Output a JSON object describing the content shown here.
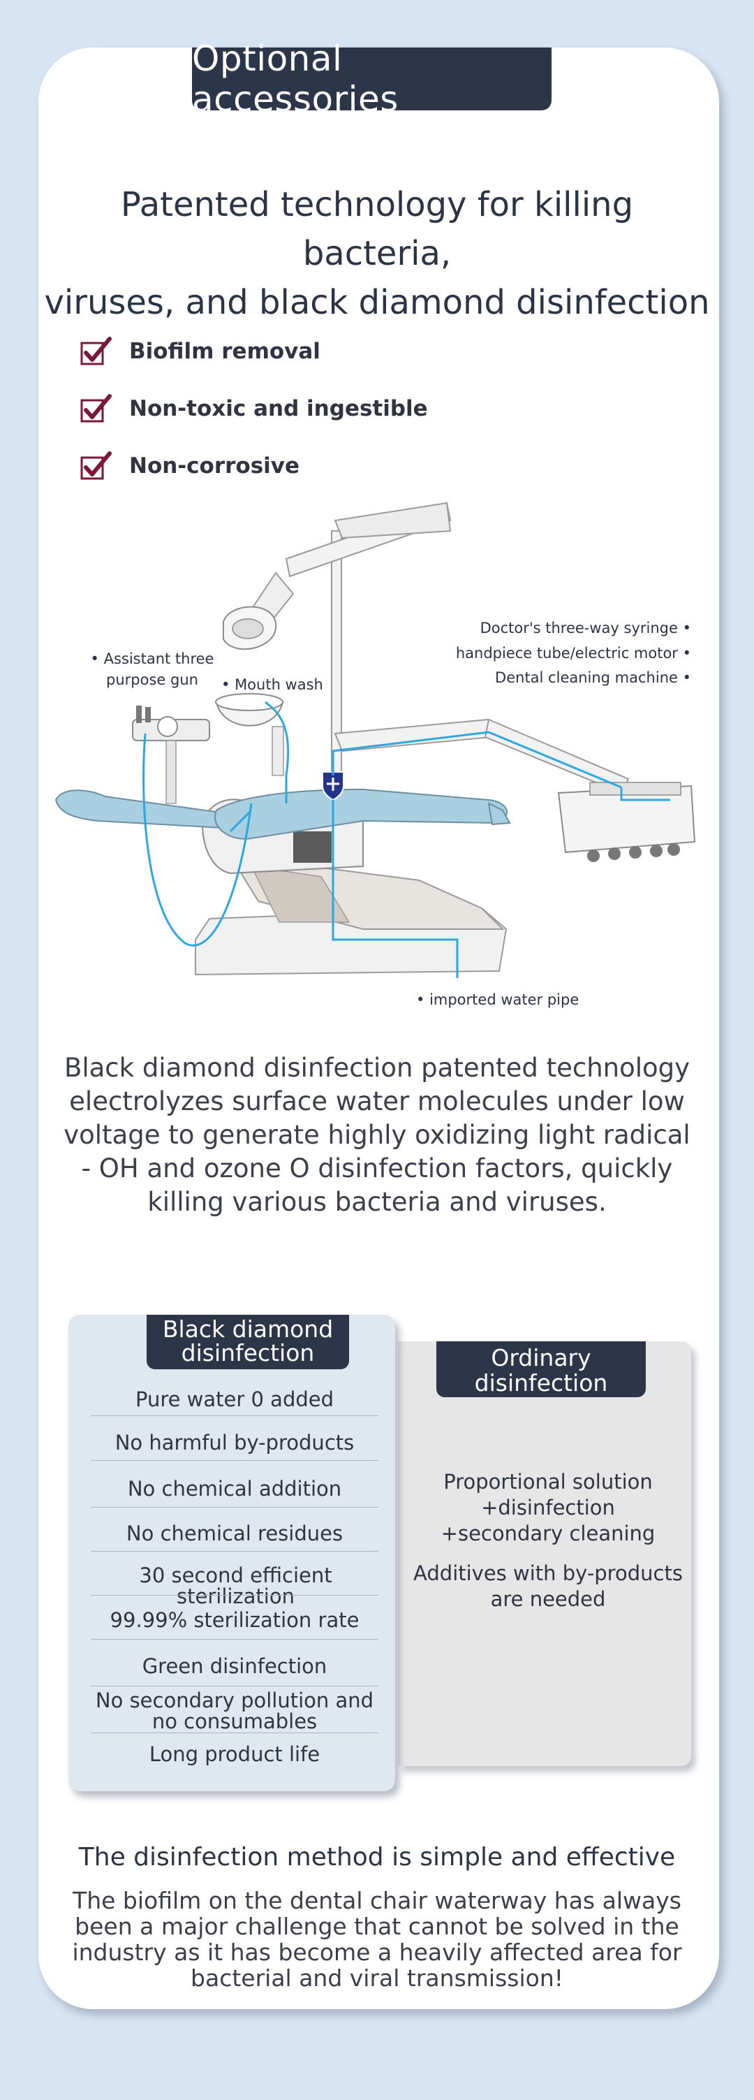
{
  "banner": {
    "title": "Optional accessories"
  },
  "headline": {
    "line1": "Patented technology for killing bacteria,",
    "line2": "viruses, and black diamond disinfection"
  },
  "features": [
    "Biofilm removal",
    "Non-toxic and ingestible",
    "Non-corrosive"
  ],
  "diagram": {
    "callouts": {
      "assistant_gun_line1": "Assistant three",
      "assistant_gun_line2": "purpose gun",
      "mouth_wash": "Mouth wash",
      "syringe": "Doctor's three-way syringe",
      "handpiece": "handpiece tube/electric motor",
      "cleaning": "Dental cleaning machine",
      "water_pipe": "imported water pipe"
    }
  },
  "description": {
    "line1": "Black diamond disinfection patented technology",
    "line2": "electrolyzes surface water molecules under low",
    "line3": "voltage to generate highly oxidizing light radical",
    "line4": "- OH and ozone O disinfection factors, quickly",
    "line5": "killing various bacteria and viruses."
  },
  "comparison": {
    "black_diamond": {
      "title_line1": "Black diamond",
      "title_line2": "disinfection",
      "items": [
        "Pure water 0 added",
        "No harmful by-products",
        "No chemical addition",
        "No chemical residues",
        "30 second efficient sterilization",
        "99.99% sterilization rate",
        "Green disinfection",
        "No secondary pollution and",
        "no consumables",
        "Long product life"
      ]
    },
    "ordinary": {
      "title_line1": "Ordinary",
      "title_line2": "disinfection",
      "text1_line1": "Proportional solution",
      "text1_line2": "+disinfection",
      "text1_line3": "+secondary cleaning",
      "text2_line1": "Additives with by-products",
      "text2_line2": "are needed"
    }
  },
  "simple": {
    "title": "The disinfection method is simple and effective",
    "line1": "The biofilm on the dental chair waterway has always",
    "line2": "been a major challenge that cannot be solved in the",
    "line3": "industry as it has become a heavily affected area for",
    "line4": "bacterial and viral transmission!"
  },
  "colors": {
    "background": "#d6e4f3",
    "dark_navy": "#2c3648",
    "check_maroon": "#7a1838",
    "water_line": "#2ea6de",
    "chair_upholstery": "#a9cfe0"
  }
}
